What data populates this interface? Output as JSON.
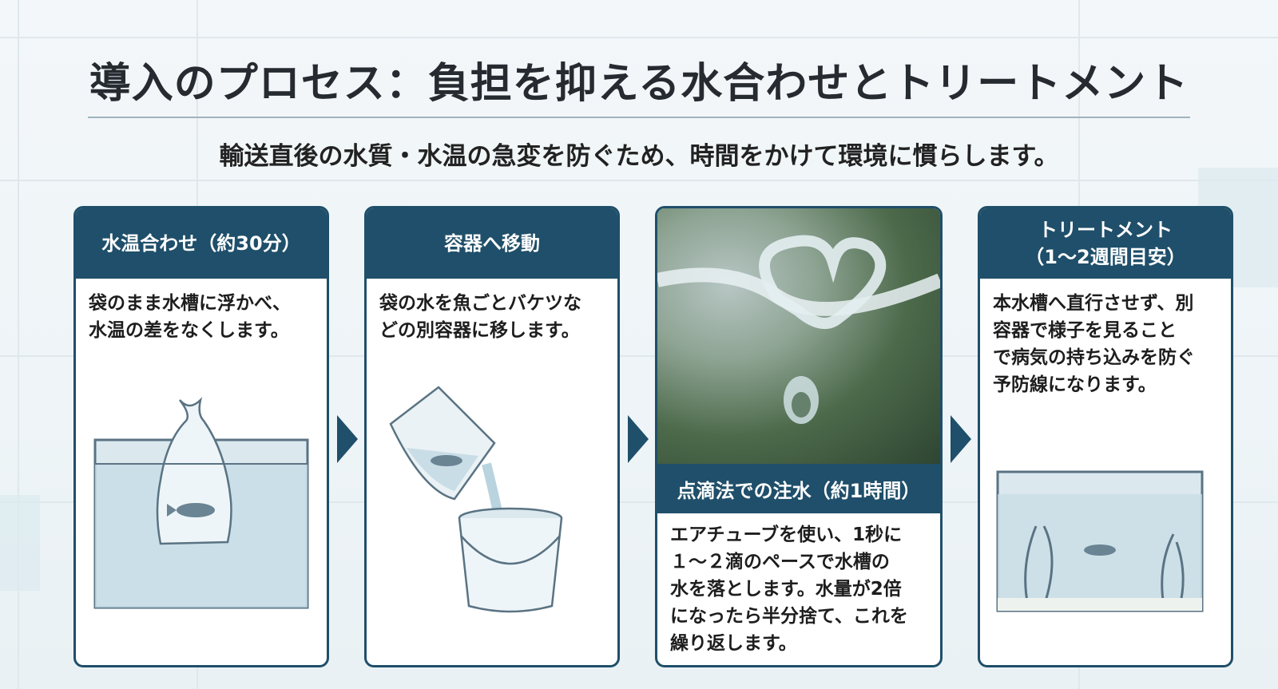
{
  "title": "導入のプロセス：負担を抑える水合わせとトリートメント",
  "subtitle": "輸送直後の水質・水温の急変を防ぐため、時間をかけて環境に慣らします。",
  "steps": [
    {
      "heading": "水温合わせ（約30分）",
      "text": "袋のまま水槽に浮かべ、\n水温の差をなくします。"
    },
    {
      "heading": "容器へ移動",
      "text": "袋の水を魚ごとバケツな\nどの別容器に移します。"
    },
    {
      "heading": "点滴法での注水（約1時間）",
      "text": "エアチューブを使い、1秒に\n１～２滴のペースで水槽の\n水を落とします。水量が2倍\nになったら半分捨て、これを\n繰り返します。"
    },
    {
      "heading": "トリートメント\n（1～2週間目安）",
      "text": "本水槽へ直行させず、別\n容器で様子を見ること\nで病気の持ち込みを防ぐ\n予防線になります。"
    }
  ],
  "colors": {
    "accent": "#1f4f6a",
    "background": "#f3f7f9"
  },
  "icons": [
    "aquarium-bag-icon",
    "bucket-pour-icon",
    "air-tube-drip-photo",
    "quarantine-tank-icon",
    "chevron-right-icon"
  ]
}
